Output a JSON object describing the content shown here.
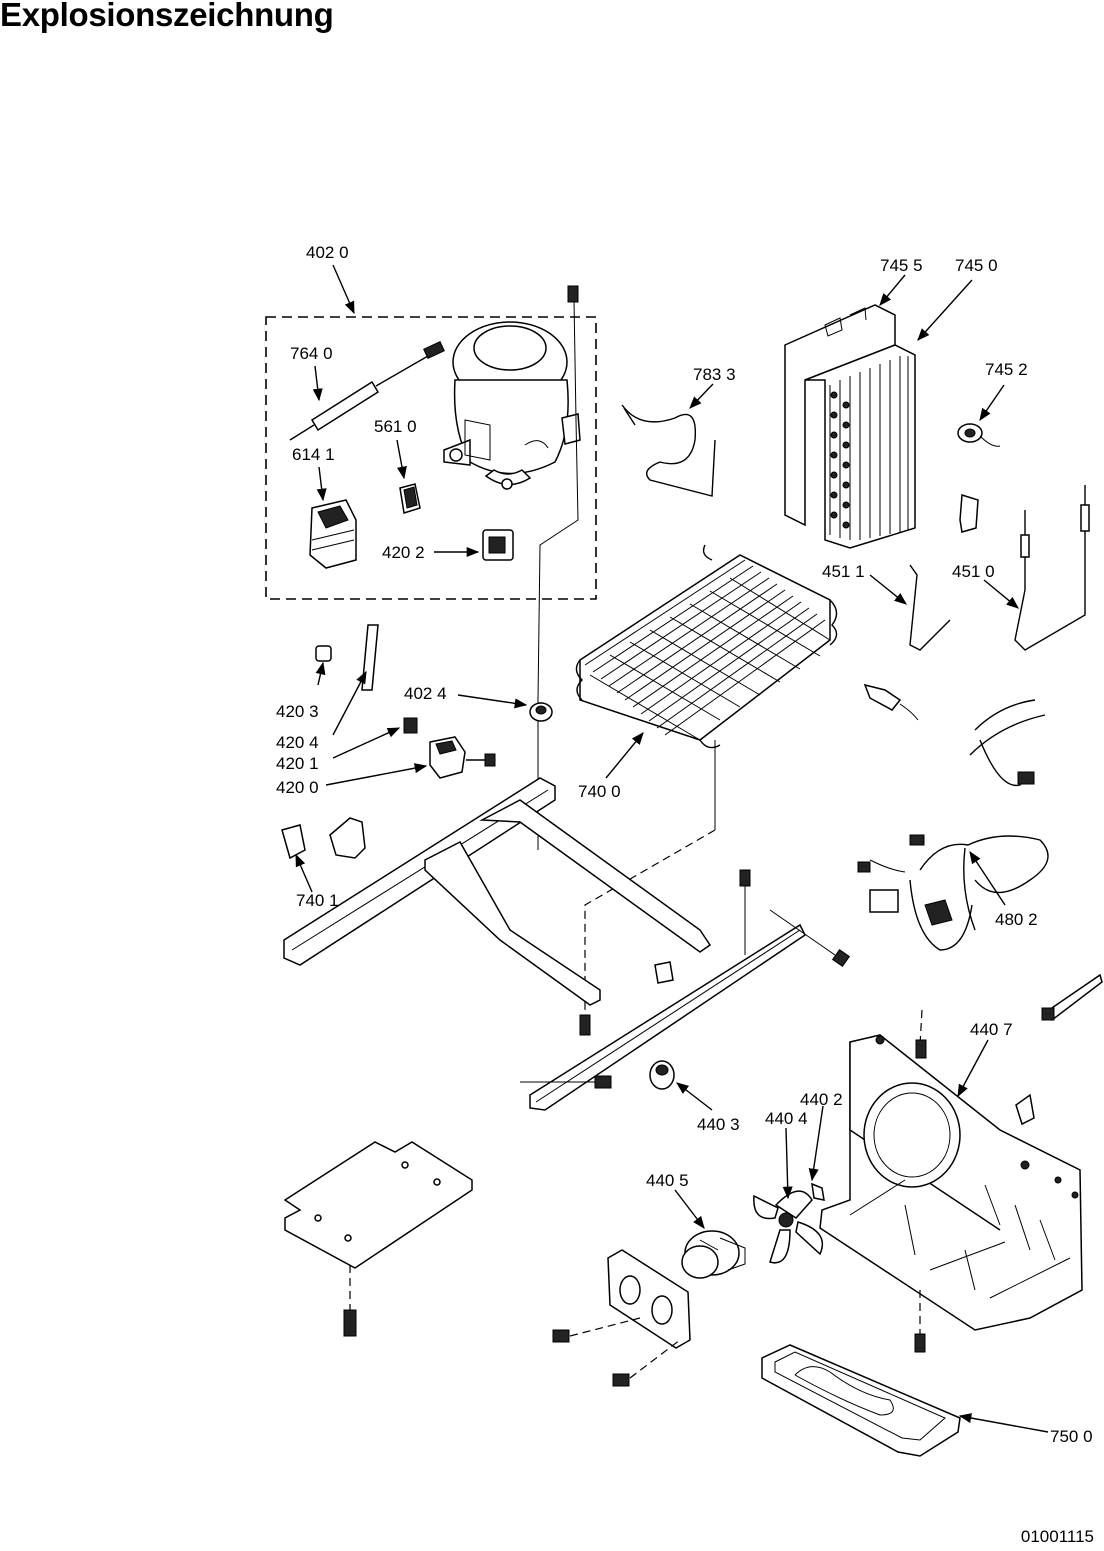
{
  "title": "Explosionszeichnung",
  "document_number": "01001115",
  "callouts": {
    "c4020": "402 0",
    "c7640": "764 0",
    "c5610": "561 0",
    "c6141": "614 1",
    "c4202": "420 2",
    "c7833": "783 3",
    "c7455": "745 5",
    "c7450": "745 0",
    "c7452": "745 2",
    "c4511": "451 1",
    "c4510": "451 0",
    "c4203": "420 3",
    "c4204": "420 4",
    "c4201": "420 1",
    "c4200": "420 0",
    "c4024": "402 4",
    "c7400": "740 0",
    "c7401": "740 1",
    "c4802": "480 2",
    "c4407": "440 7",
    "c4402": "440 2",
    "c4404": "440 4",
    "c4403": "440 3",
    "c4405": "440 5",
    "c7500": "750 0"
  }
}
